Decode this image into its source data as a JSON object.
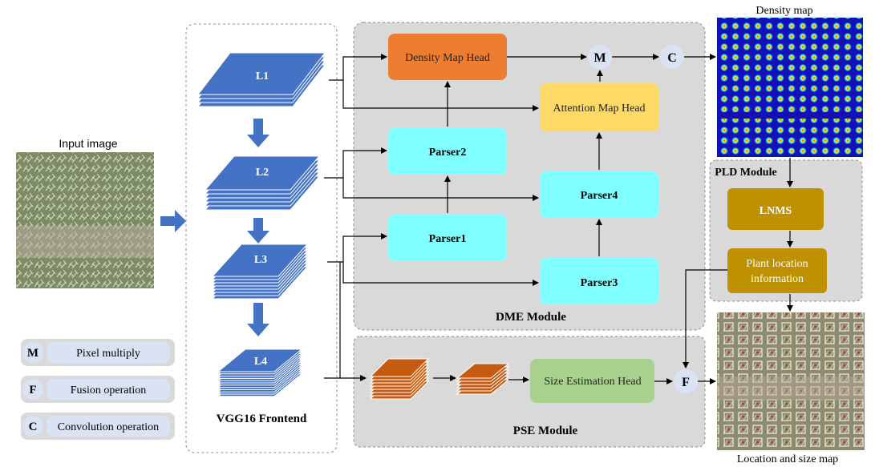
{
  "input": {
    "label": "Input image"
  },
  "frontend": {
    "title": "VGG16 Frontend",
    "layers": [
      "L1",
      "L2",
      "L3",
      "L4"
    ]
  },
  "dme": {
    "title": "DME Module",
    "density_head": "Density Map Head",
    "attention_head": "Attention Map Head",
    "parser1": "Parser1",
    "parser2": "Parser2",
    "parser3": "Parser3",
    "parser4": "Parser4",
    "op_multiply": "M",
    "op_conv": "C"
  },
  "density_output": {
    "label": "Density map"
  },
  "pld": {
    "title": "PLD Module",
    "lnms": "LNMS",
    "location_line1": "Plant location",
    "location_line2": "information"
  },
  "pse": {
    "title": "PSE Module",
    "size_head": "Size Estimation Head",
    "op_fusion": "F"
  },
  "location_output": {
    "label": "Location and size map"
  },
  "legend": [
    {
      "symbol": "M",
      "text": "Pixel multiply"
    },
    {
      "symbol": "F",
      "text": "Fusion operation"
    },
    {
      "symbol": "C",
      "text": "Convolution operation"
    }
  ],
  "colors": {
    "layer_blue": "#4472c4",
    "density_head": "#ed7d31",
    "attention_head": "#ffd966",
    "parser": "#7fffff",
    "pld_box": "#bf9000",
    "pse_stack": "#c55a11",
    "size_head": "#a9d18e",
    "op_circle": "#dae3f3",
    "module_bg": "#d9d9d9",
    "density_bg": "#1010c0"
  }
}
